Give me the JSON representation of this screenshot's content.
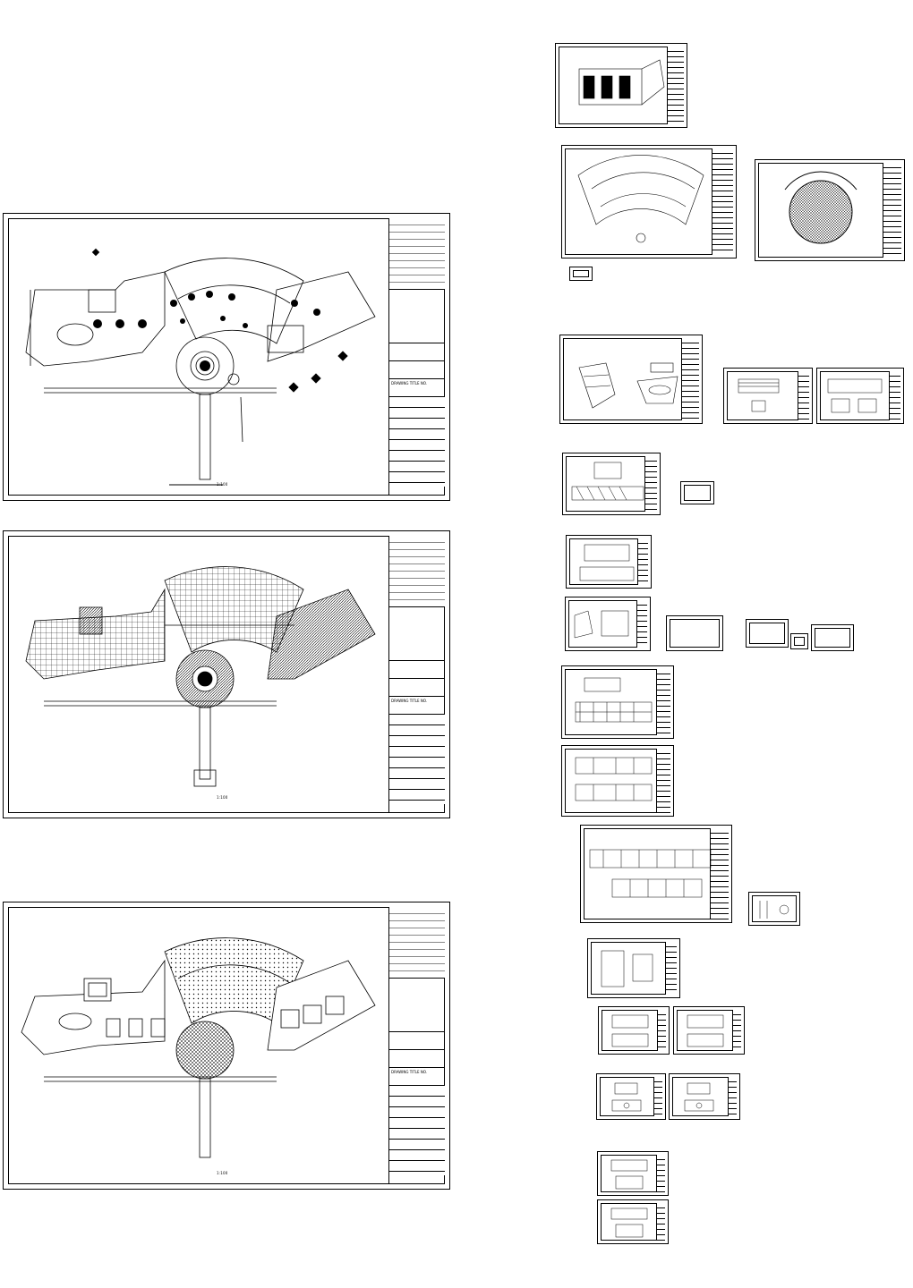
{
  "document": {
    "background": "#ffffff",
    "line_color": "#000000"
  },
  "main_sheets": [
    {
      "id": "plan-1",
      "scale": "1:100"
    },
    {
      "id": "plan-2",
      "scale": "1:100"
    },
    {
      "id": "plan-3",
      "scale": "1:100"
    }
  ],
  "title_block": {
    "drawing_title": "DRAWING TITLE",
    "no_label": "NO."
  }
}
